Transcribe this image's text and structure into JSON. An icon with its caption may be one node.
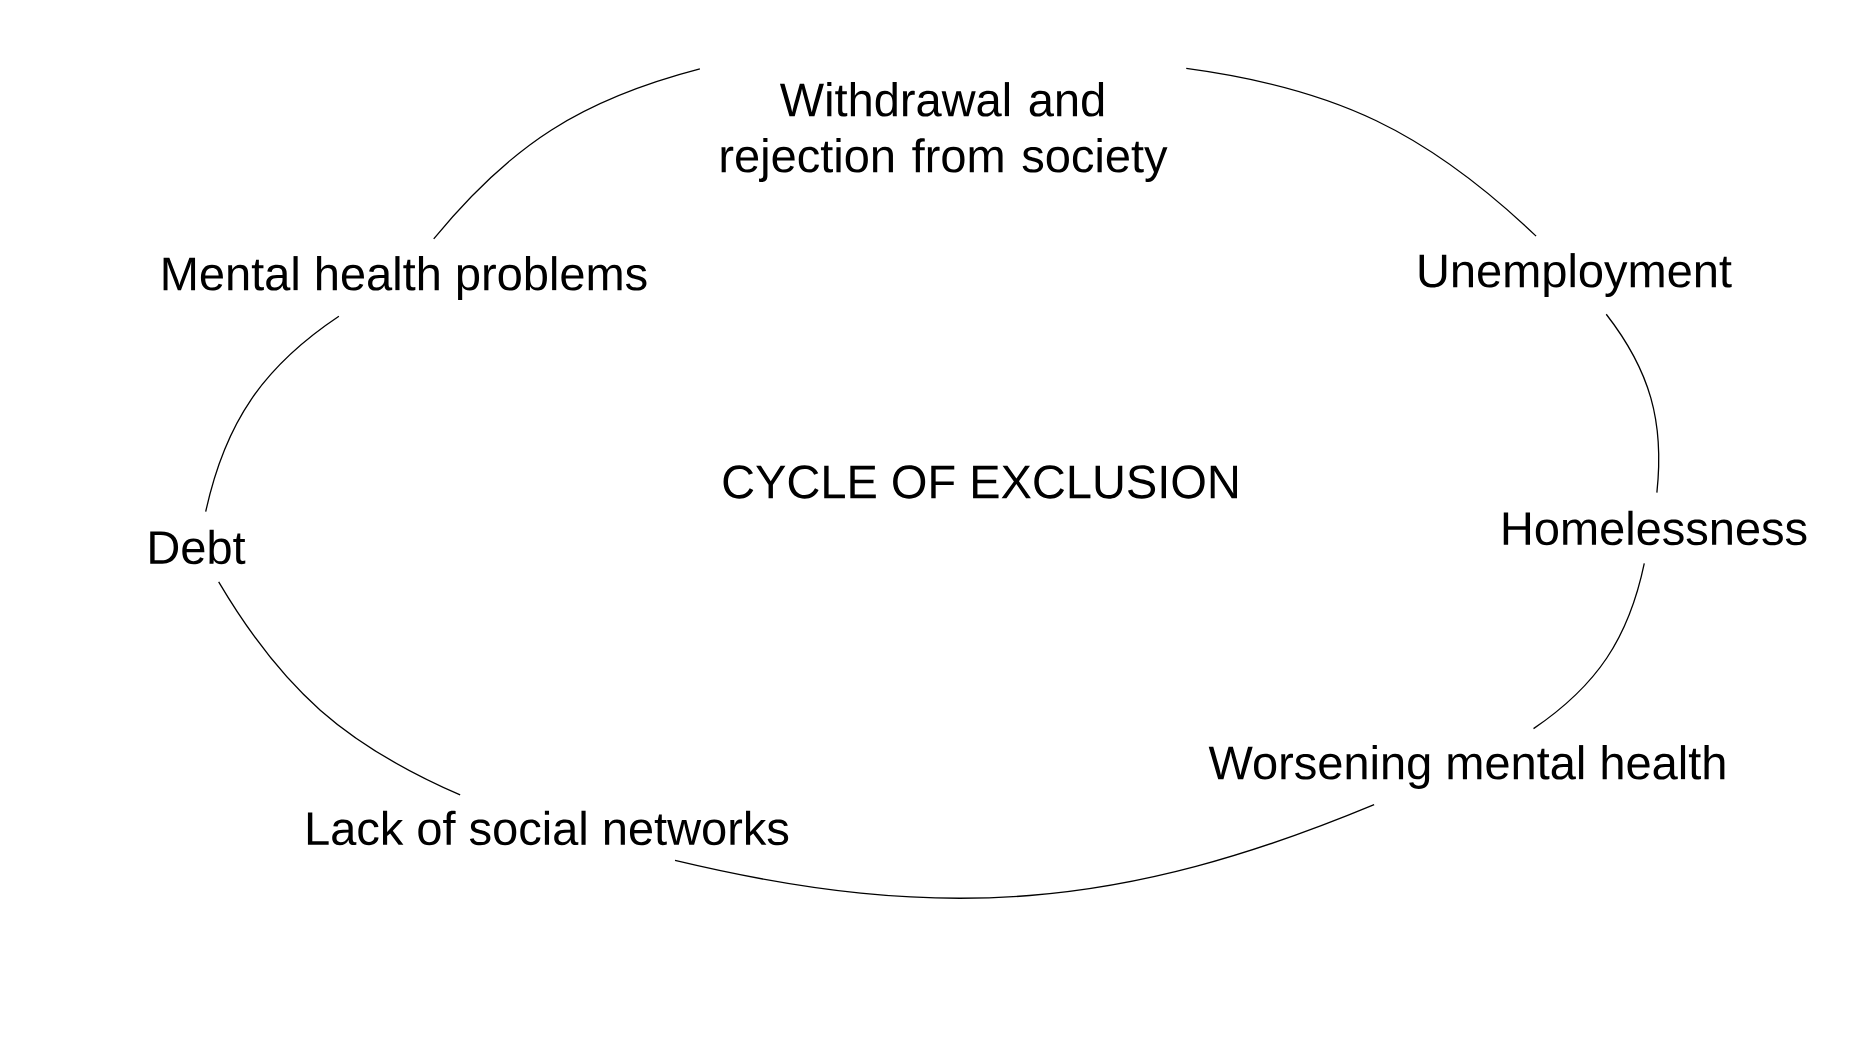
{
  "diagram": {
    "nodes": [
      {
        "text": [
          "Withdrawal and rejection from society"
        ]
      },
      {
        "text": [
          "Mental health problems"
        ]
      },
      {
        "text": [
          "Unemployment"
        ]
      },
      {
        "text": [
          "Homelessness"
        ]
      },
      {
        "text": [
          "Debt"
        ]
      },
      {
        "text": [
          "Worsening mental health"
        ]
      },
      {
        "text": [
          "Lack of social networks"
        ]
      }
    ],
    "edges": [
      {
        "from": 0,
        "to": 2,
        "arrow": "none"
      },
      {
        "from": 2,
        "to": 3,
        "arrow": "none"
      },
      {
        "from": 3,
        "to": 5,
        "arrow": "none"
      },
      {
        "from": 5,
        "to": 6,
        "arrow": "none"
      },
      {
        "from": 6,
        "to": 4,
        "arrow": "none"
      },
      {
        "from": 4,
        "to": 1,
        "arrow": "none"
      },
      {
        "from": 1,
        "to": 0,
        "arrow": "none"
      }
    ],
    "labels": [
      "CYCLE OF EXCLUSION"
    ]
  }
}
